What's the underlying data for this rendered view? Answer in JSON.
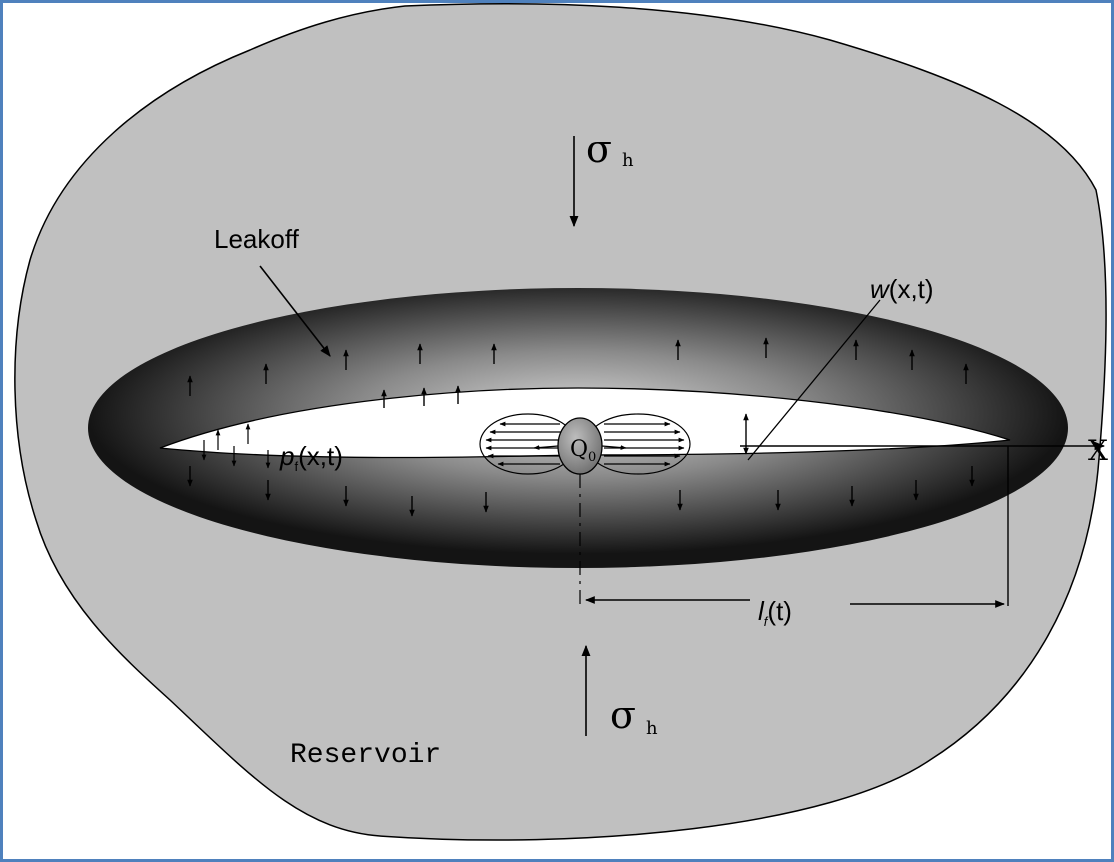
{
  "labels": {
    "stress_top_symbol": "σ",
    "stress_top_sub": "h",
    "stress_bottom_symbol": "σ",
    "stress_bottom_sub": "h",
    "leakoff": "Leakoff",
    "width_fn": "w",
    "width_args": "(x,t)",
    "pressure_fn": "p",
    "pressure_sub": "f",
    "pressure_args": "(x,t)",
    "source": "Q",
    "source_sub": "0",
    "length_fn": "l",
    "length_sub": "f",
    "length_args": "(t)",
    "axis_x": "X",
    "reservoir": "Reservoir"
  },
  "colors": {
    "frame": "#4f81bd",
    "reservoir_fill": "#c0c0c0",
    "outline": "#000000",
    "fracture_fill": "#ffffff",
    "leakoff_zone_center": "#d8d8d8",
    "leakoff_zone_edge": "#141414",
    "wellbore": "#8e8e8e"
  },
  "icons": {
    "leakoff_arrow_up": "arrow-up",
    "leakoff_arrow_down": "arrow-down",
    "stress_arrow": "arrow",
    "flow_arrow": "arrow"
  }
}
